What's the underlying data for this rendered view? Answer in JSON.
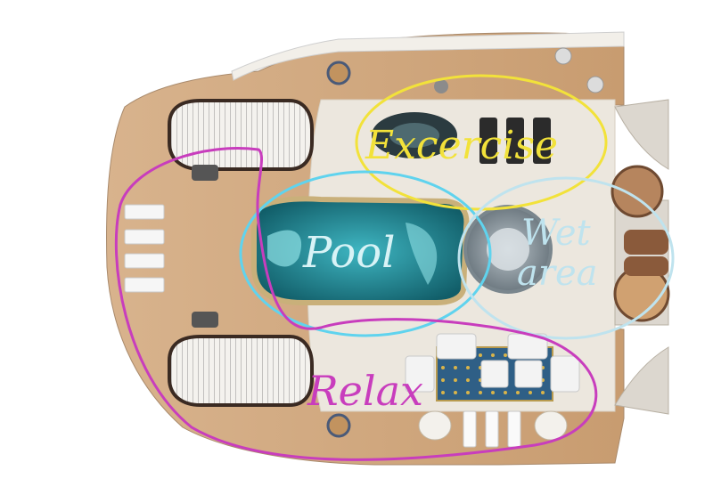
{
  "zones": [
    {
      "key": "exercise",
      "label": "Excercise",
      "color": "#f2e23a"
    },
    {
      "key": "pool",
      "label": "Pool",
      "color": "#5fd3ee"
    },
    {
      "key": "wet",
      "label": "Wet area",
      "line1": "Wet",
      "line2": "area",
      "color": "#bfe3ee"
    },
    {
      "key": "relax",
      "label": "Relax",
      "color": "#c83dbd"
    }
  ],
  "colors": {
    "deck": "#cfa47b",
    "deck_dark": "#b98a5f",
    "hull": "#f2efe9",
    "water": "#1f8a98",
    "water_light": "#7fd6df",
    "floor": "#ece7de",
    "bronze": "#8a5a3b"
  }
}
